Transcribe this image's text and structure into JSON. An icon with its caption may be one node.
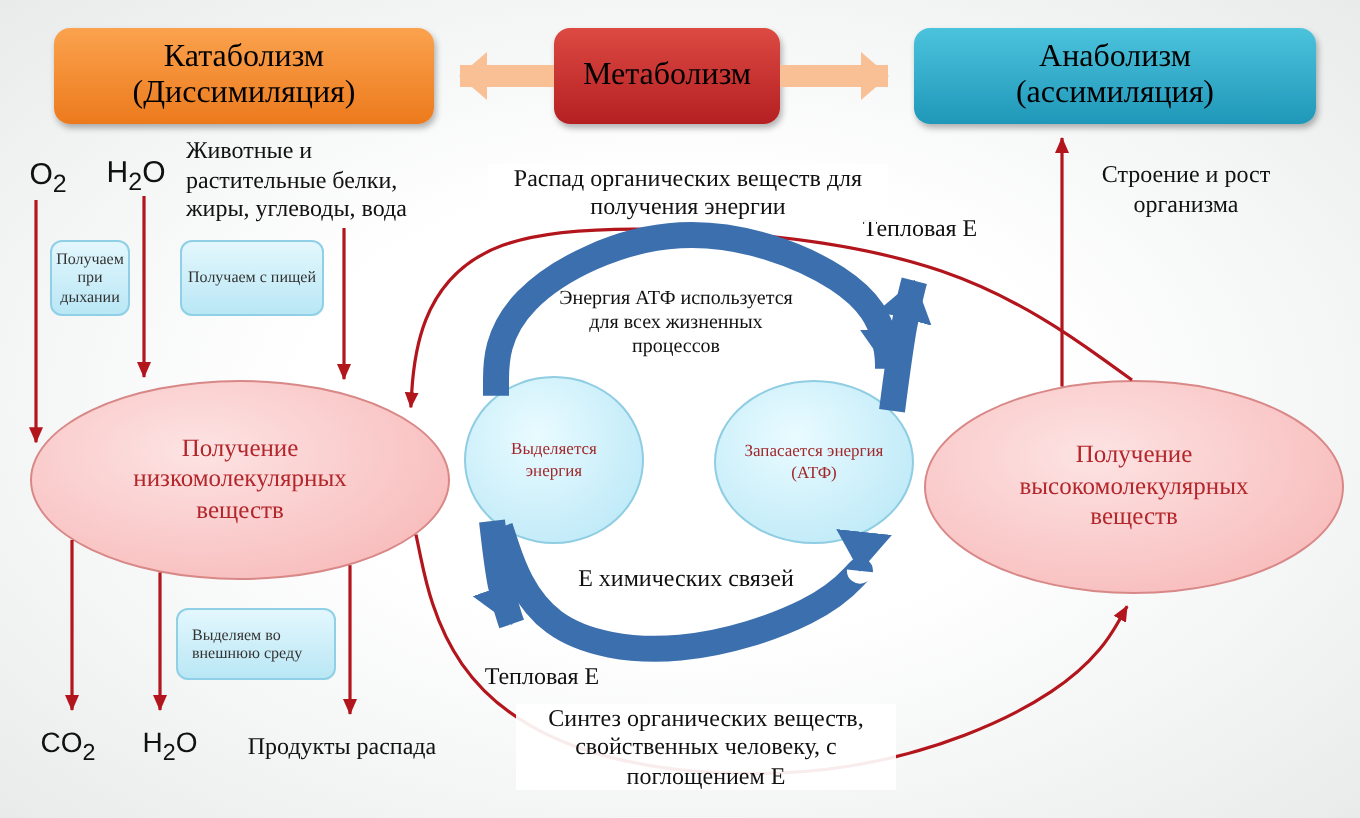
{
  "diagram": {
    "nodes": [
      {
        "text": [
          "Катаболизм (Диссимиляция)"
        ]
      },
      {
        "text": [
          "Метаболизм"
        ]
      },
      {
        "text": [
          "Анаболизм (ассимиляция)"
        ]
      },
      {
        "text": [
          "O$_{2}$"
        ]
      },
      {
        "text": [
          "H$_{2}$O"
        ]
      },
      {
        "text": [
          "Животные и растительные белки, жиры, углеводы, вода"
        ]
      },
      {
        "text": [
          "Получаем при дыхании"
        ]
      },
      {
        "text": [
          "Получаем с пищей"
        ]
      },
      {
        "text": [
          "Получение низкомолекулярных веществ"
        ]
      },
      {
        "text": [
          "Выделяется энергия"
        ]
      },
      {
        "text": [
          "Запасается энергия (АТФ)"
        ]
      },
      {
        "text": [
          "Получение высокомолекулярных веществ"
        ]
      },
      {
        "text": [
          "Выделяем во внешнюю среду"
        ]
      },
      {
        "text": [
          "CO$_{2}$"
        ]
      },
      {
        "text": [
          "H$_{2}$O"
        ]
      },
      {
        "text": [
          "Продукты распада"
        ]
      },
      {
        "text": [
          "Тепловая Е"
        ]
      },
      {
        "text": [
          "Тепловая Е"
        ]
      }
    ],
    "edges": [
      {
        "from": 1,
        "to": 0,
        "arrow": "to",
        "style": "thick",
        "color": "#f9c095"
      },
      {
        "from": 1,
        "to": 2,
        "arrow": "to",
        "style": "thick",
        "color": "#f9c095"
      },
      {
        "from": 3,
        "to": 8,
        "arrow": "to"
      },
      {
        "from": 4,
        "to": 8,
        "arrow": "to"
      },
      {
        "from": 5,
        "to": 8,
        "arrow": "to"
      },
      {
        "from": 8,
        "to": 13,
        "arrow": "to"
      },
      {
        "from": 8,
        "to": 14,
        "arrow": "to"
      },
      {
        "from": 8,
        "to": 15,
        "arrow": "to"
      },
      {
        "from": 11,
        "to": 8,
        "arrow": "to",
        "label": "Распад органических веществ для получения энергии"
      },
      {
        "from": 8,
        "to": 11,
        "arrow": "to",
        "label": "Синтез органических веществ, свойственных человеку, с поглощением Е"
      },
      {
        "from": 11,
        "to": 2,
        "arrow": "to"
      },
      {
        "from": 9,
        "to": 10,
        "arrow": "to",
        "style": "thick",
        "color": "#3b6fae",
        "label": "Энергия АТФ используется для всех жизненных процессов"
      },
      {
        "from": 9,
        "to": 10,
        "arrow": "to",
        "style": "thick",
        "color": "#3b6fae",
        "label": "Е химических связей"
      },
      {
        "from": 10,
        "to": 16,
        "arrow": "to",
        "style": "thick",
        "color": "#3b6fae"
      },
      {
        "from": 9,
        "to": 17,
        "arrow": "to",
        "style": "thick",
        "color": "#3b6fae"
      }
    ],
    "labels": [
      "Строение и рост организма"
    ]
  }
}
